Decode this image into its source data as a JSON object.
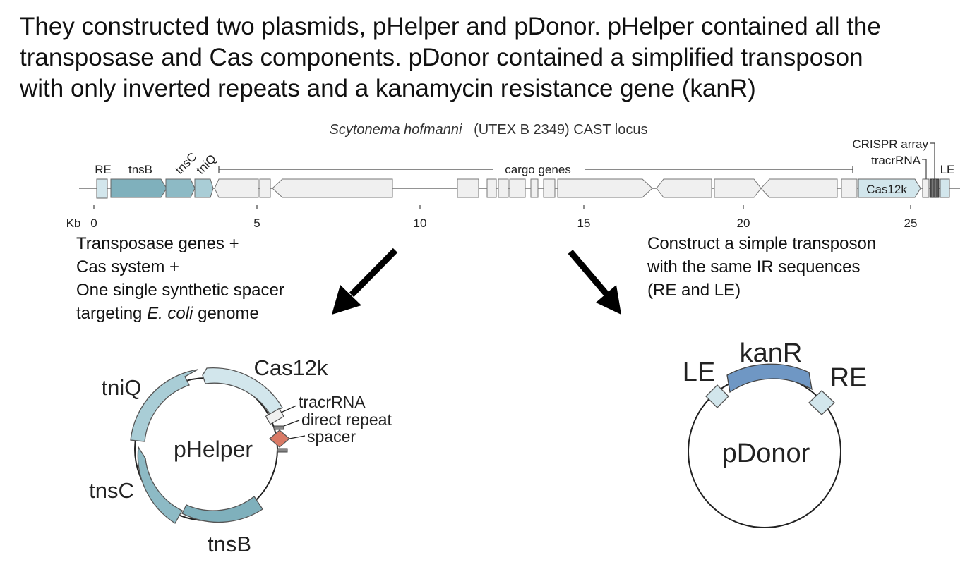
{
  "headline": {
    "line1": "They constructed two plasmids, pHelper and pDonor. pHelper contained all the",
    "line2": "transposase and Cas components. pDonor contained a simplified transposon",
    "line3": "with only inverted repeats and a kanamycin resistance gene (kanR)"
  },
  "locus": {
    "species": "Scytonema hofmanni",
    "strain": "(UTEX B 2349) CAST locus",
    "labels": {
      "re": "RE",
      "tnsb": "tnsB",
      "tnsc": "tnsC",
      "tniq": "tniQ",
      "cargo": "cargo genes",
      "crispr": "CRISPR array",
      "tracr": "tracrRNA",
      "le": "LE",
      "cas12k": "Cas12k"
    },
    "axis": {
      "unit": "Kb",
      "ticks": [
        "0",
        "5",
        "10",
        "15",
        "20",
        "25"
      ]
    },
    "colors": {
      "tns": "#7fb0bc",
      "tns_light": "#a9cdd6",
      "cas": "#d2e6ec",
      "cargo": "#f0f0f0"
    }
  },
  "left_note": {
    "line1": "Transposase genes +",
    "line2": "Cas system +",
    "line3": "One single synthetic spacer",
    "line4_pre": "targeting ",
    "line4_em": "E. coli",
    "line4_post": " genome"
  },
  "right_note": {
    "line1": "Construct a simple transposon",
    "line2": "with the same IR sequences",
    "line3": "(RE and LE)"
  },
  "phelper": {
    "name": "pHelper",
    "cas12k": "Cas12k",
    "tniq": "tniQ",
    "tnsc": "tnsC",
    "tnsb": "tnsB",
    "tracr": "tracrRNA",
    "direct_repeat": "direct repeat",
    "spacer": "spacer",
    "colors": {
      "spacer": "#d97a66"
    }
  },
  "pdonor": {
    "name": "pDonor",
    "kanr": "kanR",
    "le": "LE",
    "re": "RE",
    "colors": {
      "kanr": "#6f97c4",
      "ir": "#d2e6ec"
    }
  }
}
